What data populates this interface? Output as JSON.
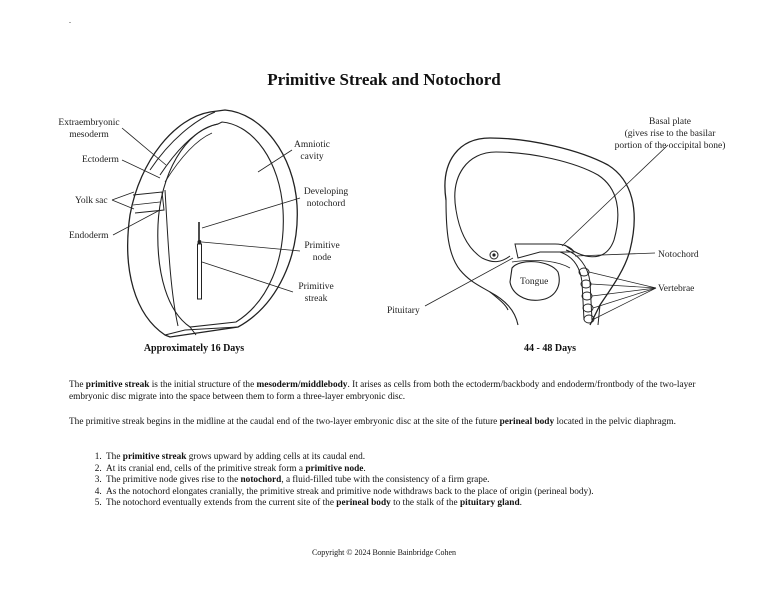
{
  "title": "Primitive Streak and Notochord",
  "figure_left": {
    "caption": "Approximately 16 Days",
    "labels": {
      "extraembryonic_1": "Extraembryonic",
      "extraembryonic_2": "mesoderm",
      "ectoderm": "Ectoderm",
      "yolk_sac": "Yolk sac",
      "endoderm": "Endoderm",
      "amniotic_1": "Amniotic",
      "amniotic_2": "cavity",
      "developing_1": "Developing",
      "developing_2": "notochord",
      "node_1": "Primitive",
      "node_2": "node",
      "streak_1": "Primitive",
      "streak_2": "streak"
    }
  },
  "figure_right": {
    "caption": "44 - 48 Days",
    "labels": {
      "basal_1": "Basal plate",
      "basal_2": "(gives rise to the basilar",
      "basal_3": "portion of the occipital bone)",
      "notochord": "Notochord",
      "vertebrae": "Vertebrae",
      "tongue": "Tongue",
      "pituitary": "Pituitary"
    }
  },
  "para1": {
    "t1": "The ",
    "b1": "primitive streak",
    "t2": " is the initial structure of the ",
    "b2": "mesoderm/middlebody",
    "t3": ". It arises as cells from both the ectoderm/backbody and endoderm/frontbody of the two-layer embryonic disc migrate into the space between them to form a three-layer embryonic disc."
  },
  "para2": {
    "t1": "The primitive streak begins in the midline at the caudal end of the two-layer embryonic disc at the site of the future ",
    "b1": "perineal body",
    "t2": " located in the pelvic diaphragm."
  },
  "steps": [
    {
      "t1": "The ",
      "b1": "primitive streak",
      "t2": " grows upward by adding cells at its caudal end."
    },
    {
      "t1": "At its cranial end, cells of the primitive streak form a ",
      "b1": "primitive node",
      "t2": "."
    },
    {
      "t1": "The primitive node gives rise to the ",
      "b1": "notochord",
      "t2": ", a fluid-filled tube with the consistency of a firm grape."
    },
    {
      "t1": "As the notochord elongates cranially, the primitive streak and primitive node withdraws back to the place of origin (perineal body).",
      "b1": "",
      "t2": ""
    },
    {
      "t1": "The notochord eventually extends from the current site of the ",
      "b1": "perineal body",
      "t2": " to the stalk of the ",
      "b2": "pituitary gland",
      "t3": "."
    }
  ],
  "copyright": "Copyright © 2024 Bonnie Bainbridge Cohen"
}
